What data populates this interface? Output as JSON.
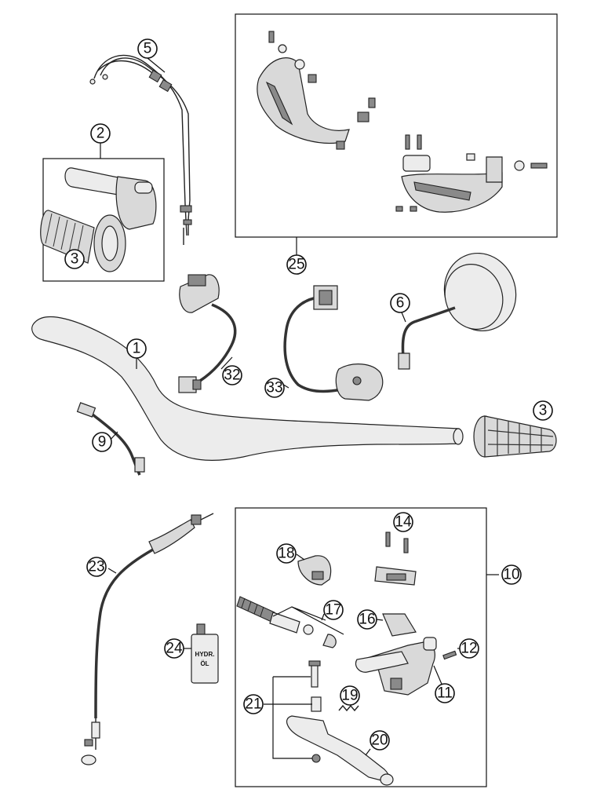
{
  "callouts": {
    "c1": "1",
    "c2": "2",
    "c3a": "3",
    "c3b": "3",
    "c5": "5",
    "c6": "6",
    "c9": "9",
    "c10": "10",
    "c11": "11",
    "c12": "12",
    "c14": "14",
    "c16": "16",
    "c17": "17",
    "c18": "18",
    "c19": "19",
    "c20": "20",
    "c21": "21",
    "c23": "23",
    "c24": "24",
    "c25": "25",
    "c32": "32",
    "c33": "33"
  },
  "bottle_label": {
    "line1": "HYDR.",
    "line2": "ÖL"
  }
}
